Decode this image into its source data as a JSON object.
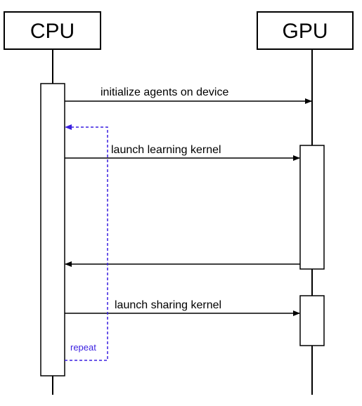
{
  "actors": {
    "cpu": "CPU",
    "gpu": "GPU"
  },
  "messages": {
    "init": "initialize agents on device",
    "learn": "launch learning kernel",
    "share": "launch sharing kernel"
  },
  "loop": {
    "label": "repeat",
    "color": "#3a1fe0"
  }
}
